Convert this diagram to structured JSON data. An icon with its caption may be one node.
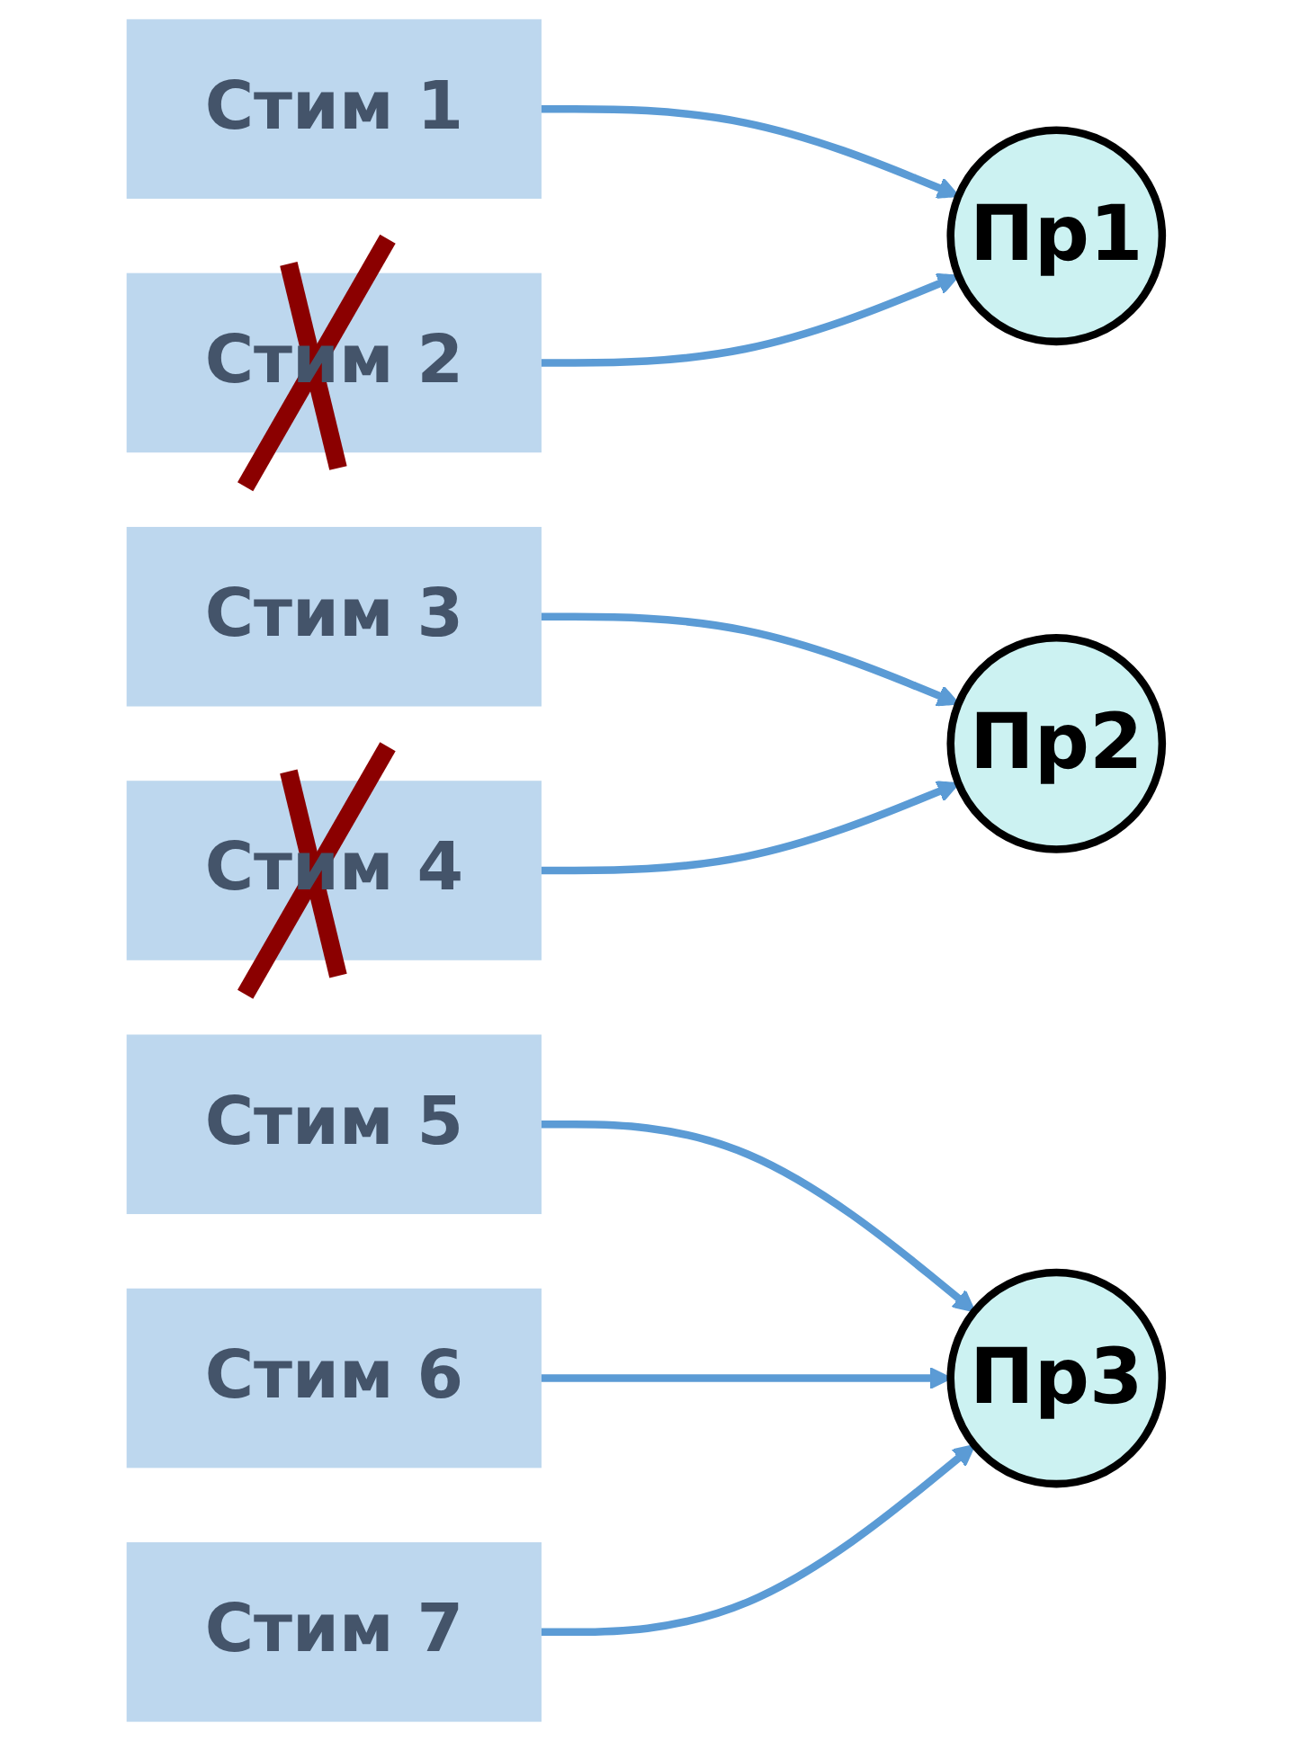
{
  "diagram": {
    "nodes": [
      {
        "text": [
          "Стим 1"
        ]
      },
      {
        "text": [
          "Стим 2"
        ]
      },
      {
        "text": [
          "Стим 3"
        ]
      },
      {
        "text": [
          "Стим 4"
        ]
      },
      {
        "text": [
          "Стим 5"
        ]
      },
      {
        "text": [
          "Стим 6"
        ]
      },
      {
        "text": [
          "Стим 7"
        ]
      },
      {
        "text": [
          "Пр1"
        ]
      },
      {
        "text": [
          "Пр2"
        ]
      },
      {
        "text": [
          "Пр3"
        ]
      }
    ],
    "edges": [
      {
        "from": 0,
        "to": 7,
        "arrow": "to"
      },
      {
        "from": 1,
        "to": 7,
        "arrow": "to"
      },
      {
        "from": 2,
        "to": 8,
        "arrow": "to"
      },
      {
        "from": 3,
        "to": 8,
        "arrow": "to"
      },
      {
        "from": 4,
        "to": 9,
        "arrow": "to"
      },
      {
        "from": 5,
        "to": 9,
        "arrow": "to"
      },
      {
        "from": 6,
        "to": 9,
        "arrow": "to"
      }
    ]
  }
}
